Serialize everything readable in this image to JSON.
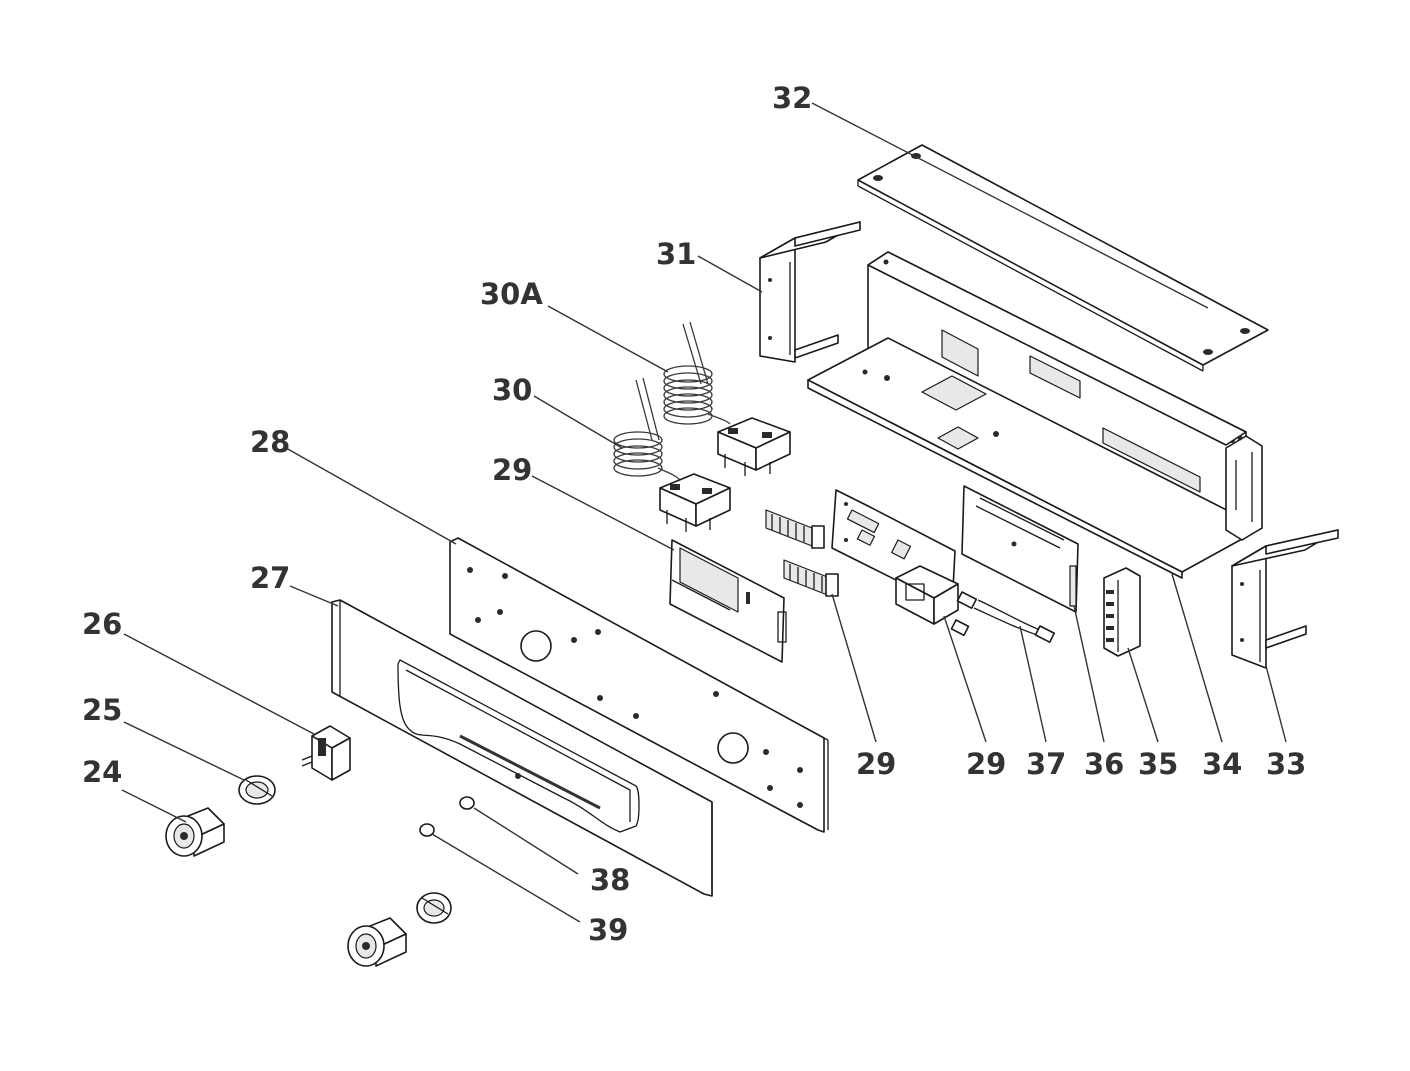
{
  "diagram": {
    "labels": {
      "l24": "24",
      "l25": "25",
      "l26": "26",
      "l27": "27",
      "l28": "28",
      "l29a": "29",
      "l29b": "29",
      "l29c": "29",
      "l30": "30",
      "l30a": "30A",
      "l31": "31",
      "l32": "32",
      "l33": "33",
      "l34": "34",
      "l35": "35",
      "l36": "36",
      "l37": "37",
      "l38": "38",
      "l39": "39"
    }
  }
}
